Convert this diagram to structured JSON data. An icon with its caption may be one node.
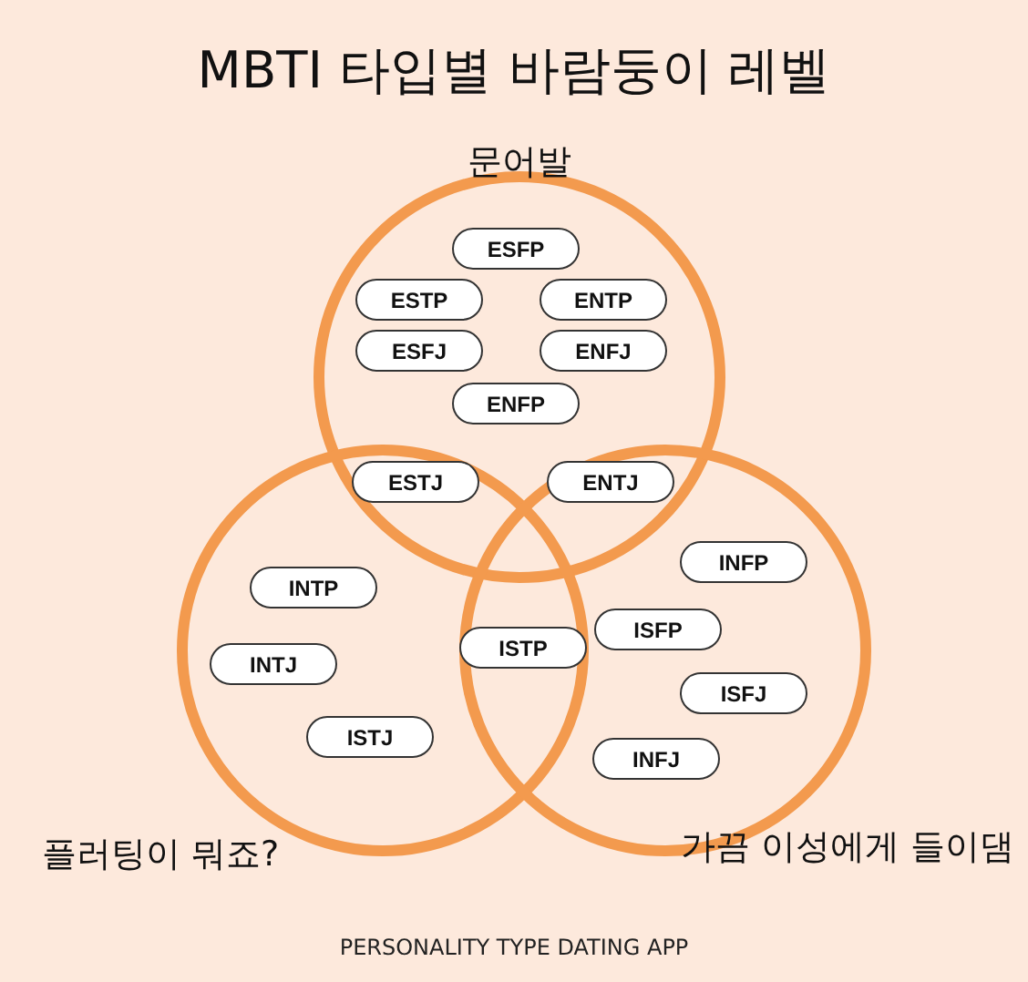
{
  "diagram": {
    "title": "MBTI 타입별 바람둥이 레벨",
    "nodes": [
      {
        "text": [
          "문어발"
        ]
      },
      {
        "text": [
          "ESFP"
        ],
        "in": 0
      },
      {
        "text": [
          "ESTP"
        ],
        "in": 0
      },
      {
        "text": [
          "ENTP"
        ],
        "in": 0
      },
      {
        "text": [
          "ESFJ"
        ],
        "in": 0
      },
      {
        "text": [
          "ENFJ"
        ],
        "in": 0
      },
      {
        "text": [
          "ENFP"
        ],
        "in": 0
      },
      {
        "text": [
          "플러팅이 뭐죠?"
        ]
      },
      {
        "text": [
          "ESTJ"
        ]
      },
      {
        "text": [
          "ENTJ"
        ]
      },
      {
        "text": [
          "INTP"
        ],
        "in": 7
      },
      {
        "text": [
          "INTJ"
        ],
        "in": 7
      },
      {
        "text": [
          "ISTJ"
        ],
        "in": 7
      },
      {
        "text": [
          "ISTP"
        ]
      },
      {
        "text": [
          "가끔 이성에게 들이댐"
        ]
      },
      {
        "text": [
          "INFP"
        ],
        "in": 14
      },
      {
        "text": [
          "ISFP"
        ],
        "in": 14
      },
      {
        "text": [
          "ISFJ"
        ],
        "in": 14
      },
      {
        "text": [
          "INFJ"
        ],
        "in": 14
      }
    ],
    "edges": [],
    "labels": [
      "PERSONALITY TYPE DATING APP"
    ]
  }
}
